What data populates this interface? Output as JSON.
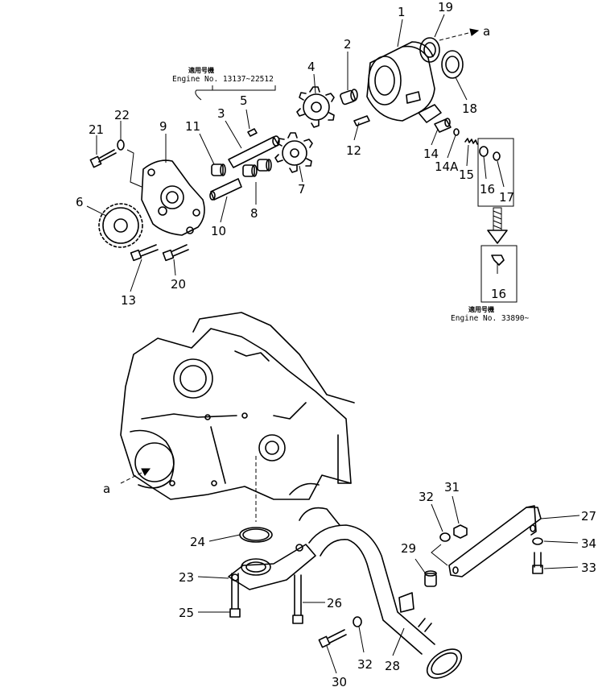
{
  "title": "",
  "notes": {
    "upper": {
      "heading": "適用号機",
      "text": "Engine No. 13137~22512"
    },
    "lower": {
      "heading": "適用号機",
      "text": "Engine No. 33890~"
    }
  },
  "view_marker": "a",
  "callouts": [
    "1",
    "2",
    "3",
    "4",
    "5",
    "6",
    "7",
    "8",
    "9",
    "10",
    "11",
    "12",
    "13",
    "14",
    "14A",
    "15",
    "16",
    "17",
    "18",
    "19",
    "20",
    "21",
    "22",
    "23",
    "24",
    "25",
    "26",
    "27",
    "28",
    "29",
    "30",
    "31",
    "32",
    "33",
    "34",
    "16",
    "32"
  ]
}
